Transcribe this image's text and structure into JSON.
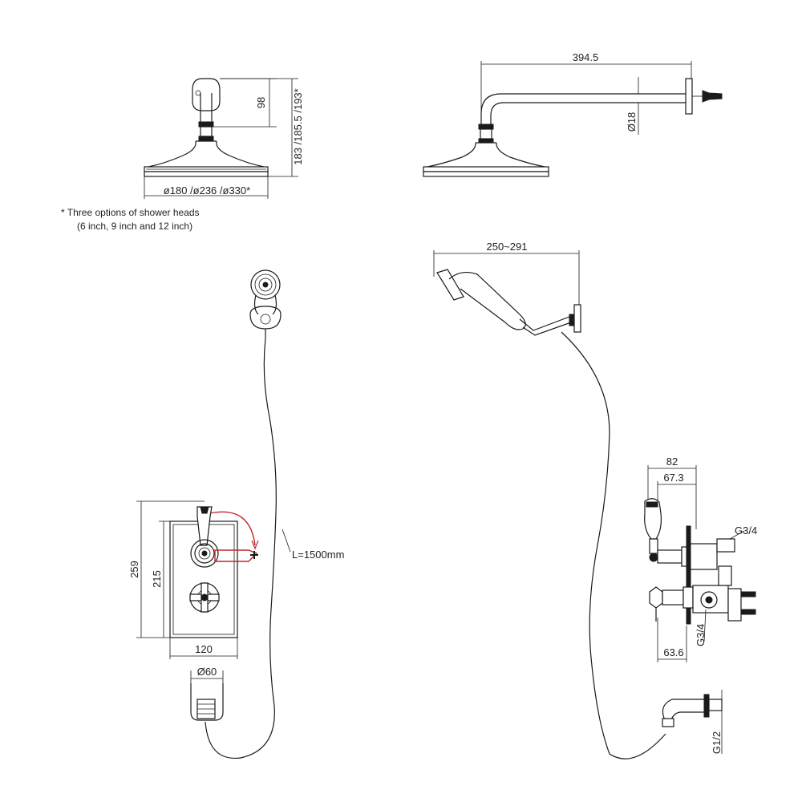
{
  "dims": {
    "head_front_height": "98",
    "head_front_total": "183 /185.5 /193*",
    "head_diameters": "ø180 /ø236 /ø330*",
    "arm_length": "394.5",
    "arm_diameter": "Ø18",
    "handset_reach": "250~291",
    "valve_height_outer": "259",
    "valve_height_inner": "215",
    "valve_width": "120",
    "elbow_diameter": "Ø60",
    "hose_length": "L=1500mm",
    "side_depth_total": "82",
    "side_depth_inner": "67.3",
    "side_depth_lower": "63.6",
    "thread_top": "G3/4",
    "thread_bottom": "G3/4",
    "thread_elbow": "G1/2"
  },
  "notes": {
    "line1": "* Three options of shower heads",
    "line2": "(6 inch, 9 inch and 12 inch)"
  }
}
